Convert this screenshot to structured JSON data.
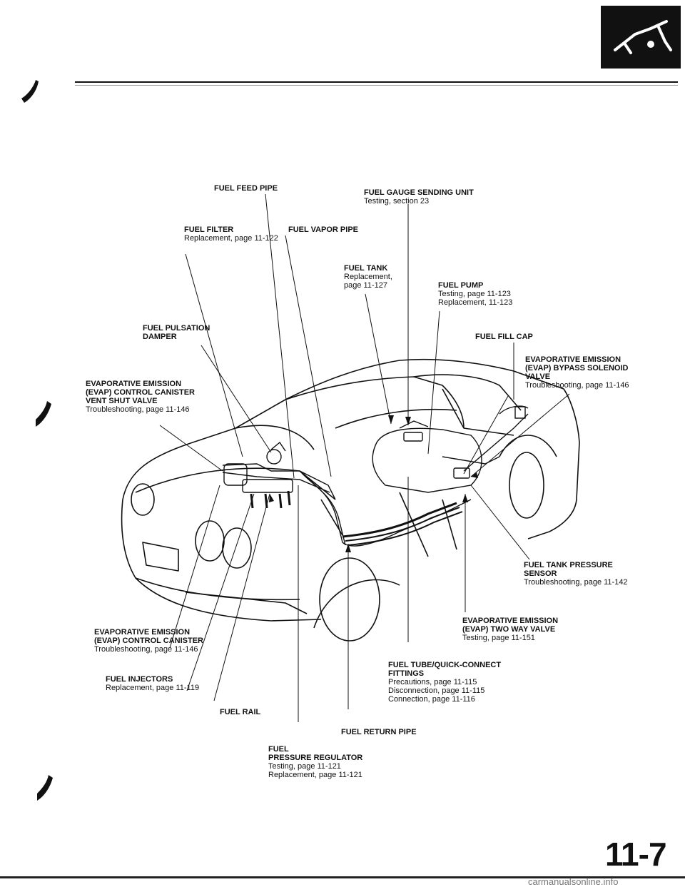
{
  "page": {
    "number": "11-7",
    "watermark": "carmanualsonline.info"
  },
  "labels": {
    "fuel_feed_pipe": {
      "bold": "FUEL FEED PIPE"
    },
    "fuel_gauge_sending_unit": {
      "bold": "FUEL GAUGE SENDING UNIT",
      "lines": [
        "Testing, section 23"
      ]
    },
    "fuel_filter": {
      "bold": "FUEL FILTER",
      "lines": [
        "Replacement, page 11-122"
      ]
    },
    "fuel_vapor_pipe": {
      "bold": "FUEL VAPOR PIPE"
    },
    "fuel_tank": {
      "bold": "FUEL TANK",
      "lines": [
        "Replacement,",
        "page 11-127"
      ]
    },
    "fuel_pump": {
      "bold": "FUEL PUMP",
      "lines": [
        "Testing, page 11-123",
        "Replacement, 11-123"
      ]
    },
    "fuel_pulsation_damper": {
      "bold_lines": [
        "FUEL PULSATION",
        "DAMPER"
      ]
    },
    "fuel_fill_cap": {
      "bold": "FUEL FILL CAP"
    },
    "evap_bypass": {
      "bold_lines": [
        "EVAPORATIVE EMISSION",
        "(EVAP) BYPASS SOLENOID",
        "VALVE"
      ],
      "lines": [
        "Troubleshooting, page 11-146"
      ]
    },
    "evap_vent_shut": {
      "bold_lines": [
        "EVAPORATIVE EMISSION",
        "(EVAP) CONTROL CANISTER",
        "VENT SHUT VALVE"
      ],
      "lines": [
        "Troubleshooting, page 11-146"
      ]
    },
    "fuel_tank_pressure_sensor": {
      "bold_lines": [
        "FUEL TANK PRESSURE",
        "SENSOR"
      ],
      "lines": [
        "Troubleshooting, page 11-142"
      ]
    },
    "evap_canister": {
      "bold_lines": [
        "EVAPORATIVE EMISSION",
        "(EVAP) CONTROL CANISTER"
      ],
      "lines": [
        "Troubleshooting, page 11-146"
      ]
    },
    "evap_two_way": {
      "bold_lines": [
        "EVAPORATIVE EMISSION",
        "(EVAP) TWO WAY VALVE"
      ],
      "lines": [
        "Testing, page 11-151"
      ]
    },
    "fuel_tube_fittings": {
      "bold_lines": [
        "FUEL TUBE/QUICK-CONNECT",
        "FITTINGS"
      ],
      "lines": [
        "Precautions, page 11-115",
        "Disconnection, page 11-115",
        "Connection, page 11-116"
      ]
    },
    "fuel_injectors": {
      "bold": "FUEL INJECTORS",
      "lines": [
        "Replacement, page 11-119"
      ]
    },
    "fuel_rail": {
      "bold": "FUEL RAIL"
    },
    "fuel_return_pipe": {
      "bold": "FUEL RETURN PIPE"
    },
    "fuel_pressure_regulator": {
      "bold_lines": [
        "FUEL",
        "PRESSURE REGULATOR"
      ],
      "lines": [
        "Testing, page 11-121",
        "Replacement, page 11-121"
      ]
    }
  }
}
